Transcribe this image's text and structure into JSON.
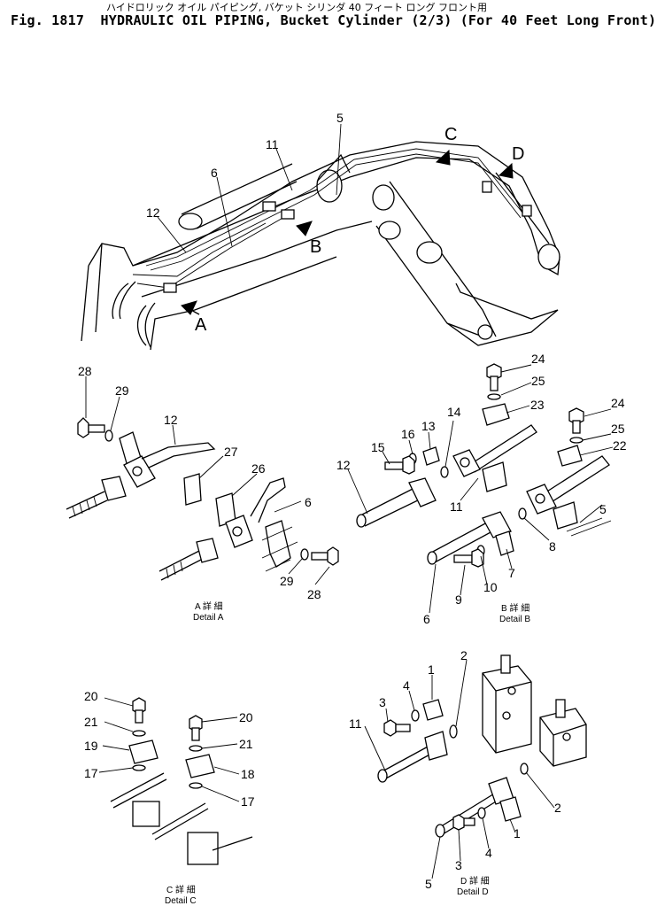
{
  "title": {
    "japanese": "ハイドロリック オイル パイピング, バケット シリンダ  40 フィート ロング フロント用",
    "figure": "Fig. 1817",
    "english": "HYDRAULIC OIL PIPING, Bucket Cylinder (2/3) (For 40 Feet Long Front)"
  },
  "main_view": {
    "arrows": [
      "A",
      "B",
      "C",
      "D"
    ],
    "callouts": [
      "5",
      "11",
      "6",
      "12"
    ]
  },
  "detail_a": {
    "caption_jp": "A 詳 細",
    "caption_en": "Detail A",
    "callouts": [
      "28",
      "29",
      "12",
      "27",
      "26",
      "6",
      "29",
      "28"
    ]
  },
  "detail_b": {
    "caption_jp": "B 詳 細",
    "caption_en": "Detail B",
    "callouts": [
      "24",
      "25",
      "23",
      "14",
      "13",
      "16",
      "15",
      "12",
      "11",
      "24",
      "25",
      "22",
      "5",
      "8",
      "7",
      "10",
      "9",
      "6"
    ]
  },
  "detail_c": {
    "caption_jp": "C 詳 細",
    "caption_en": "Detail C",
    "callouts": [
      "20",
      "21",
      "19",
      "17",
      "20",
      "21",
      "18",
      "17"
    ]
  },
  "detail_d": {
    "caption_jp": "D 詳 細",
    "caption_en": "Detail D",
    "callouts": [
      "2",
      "1",
      "4",
      "3",
      "11",
      "2",
      "1",
      "4",
      "3",
      "5"
    ]
  }
}
